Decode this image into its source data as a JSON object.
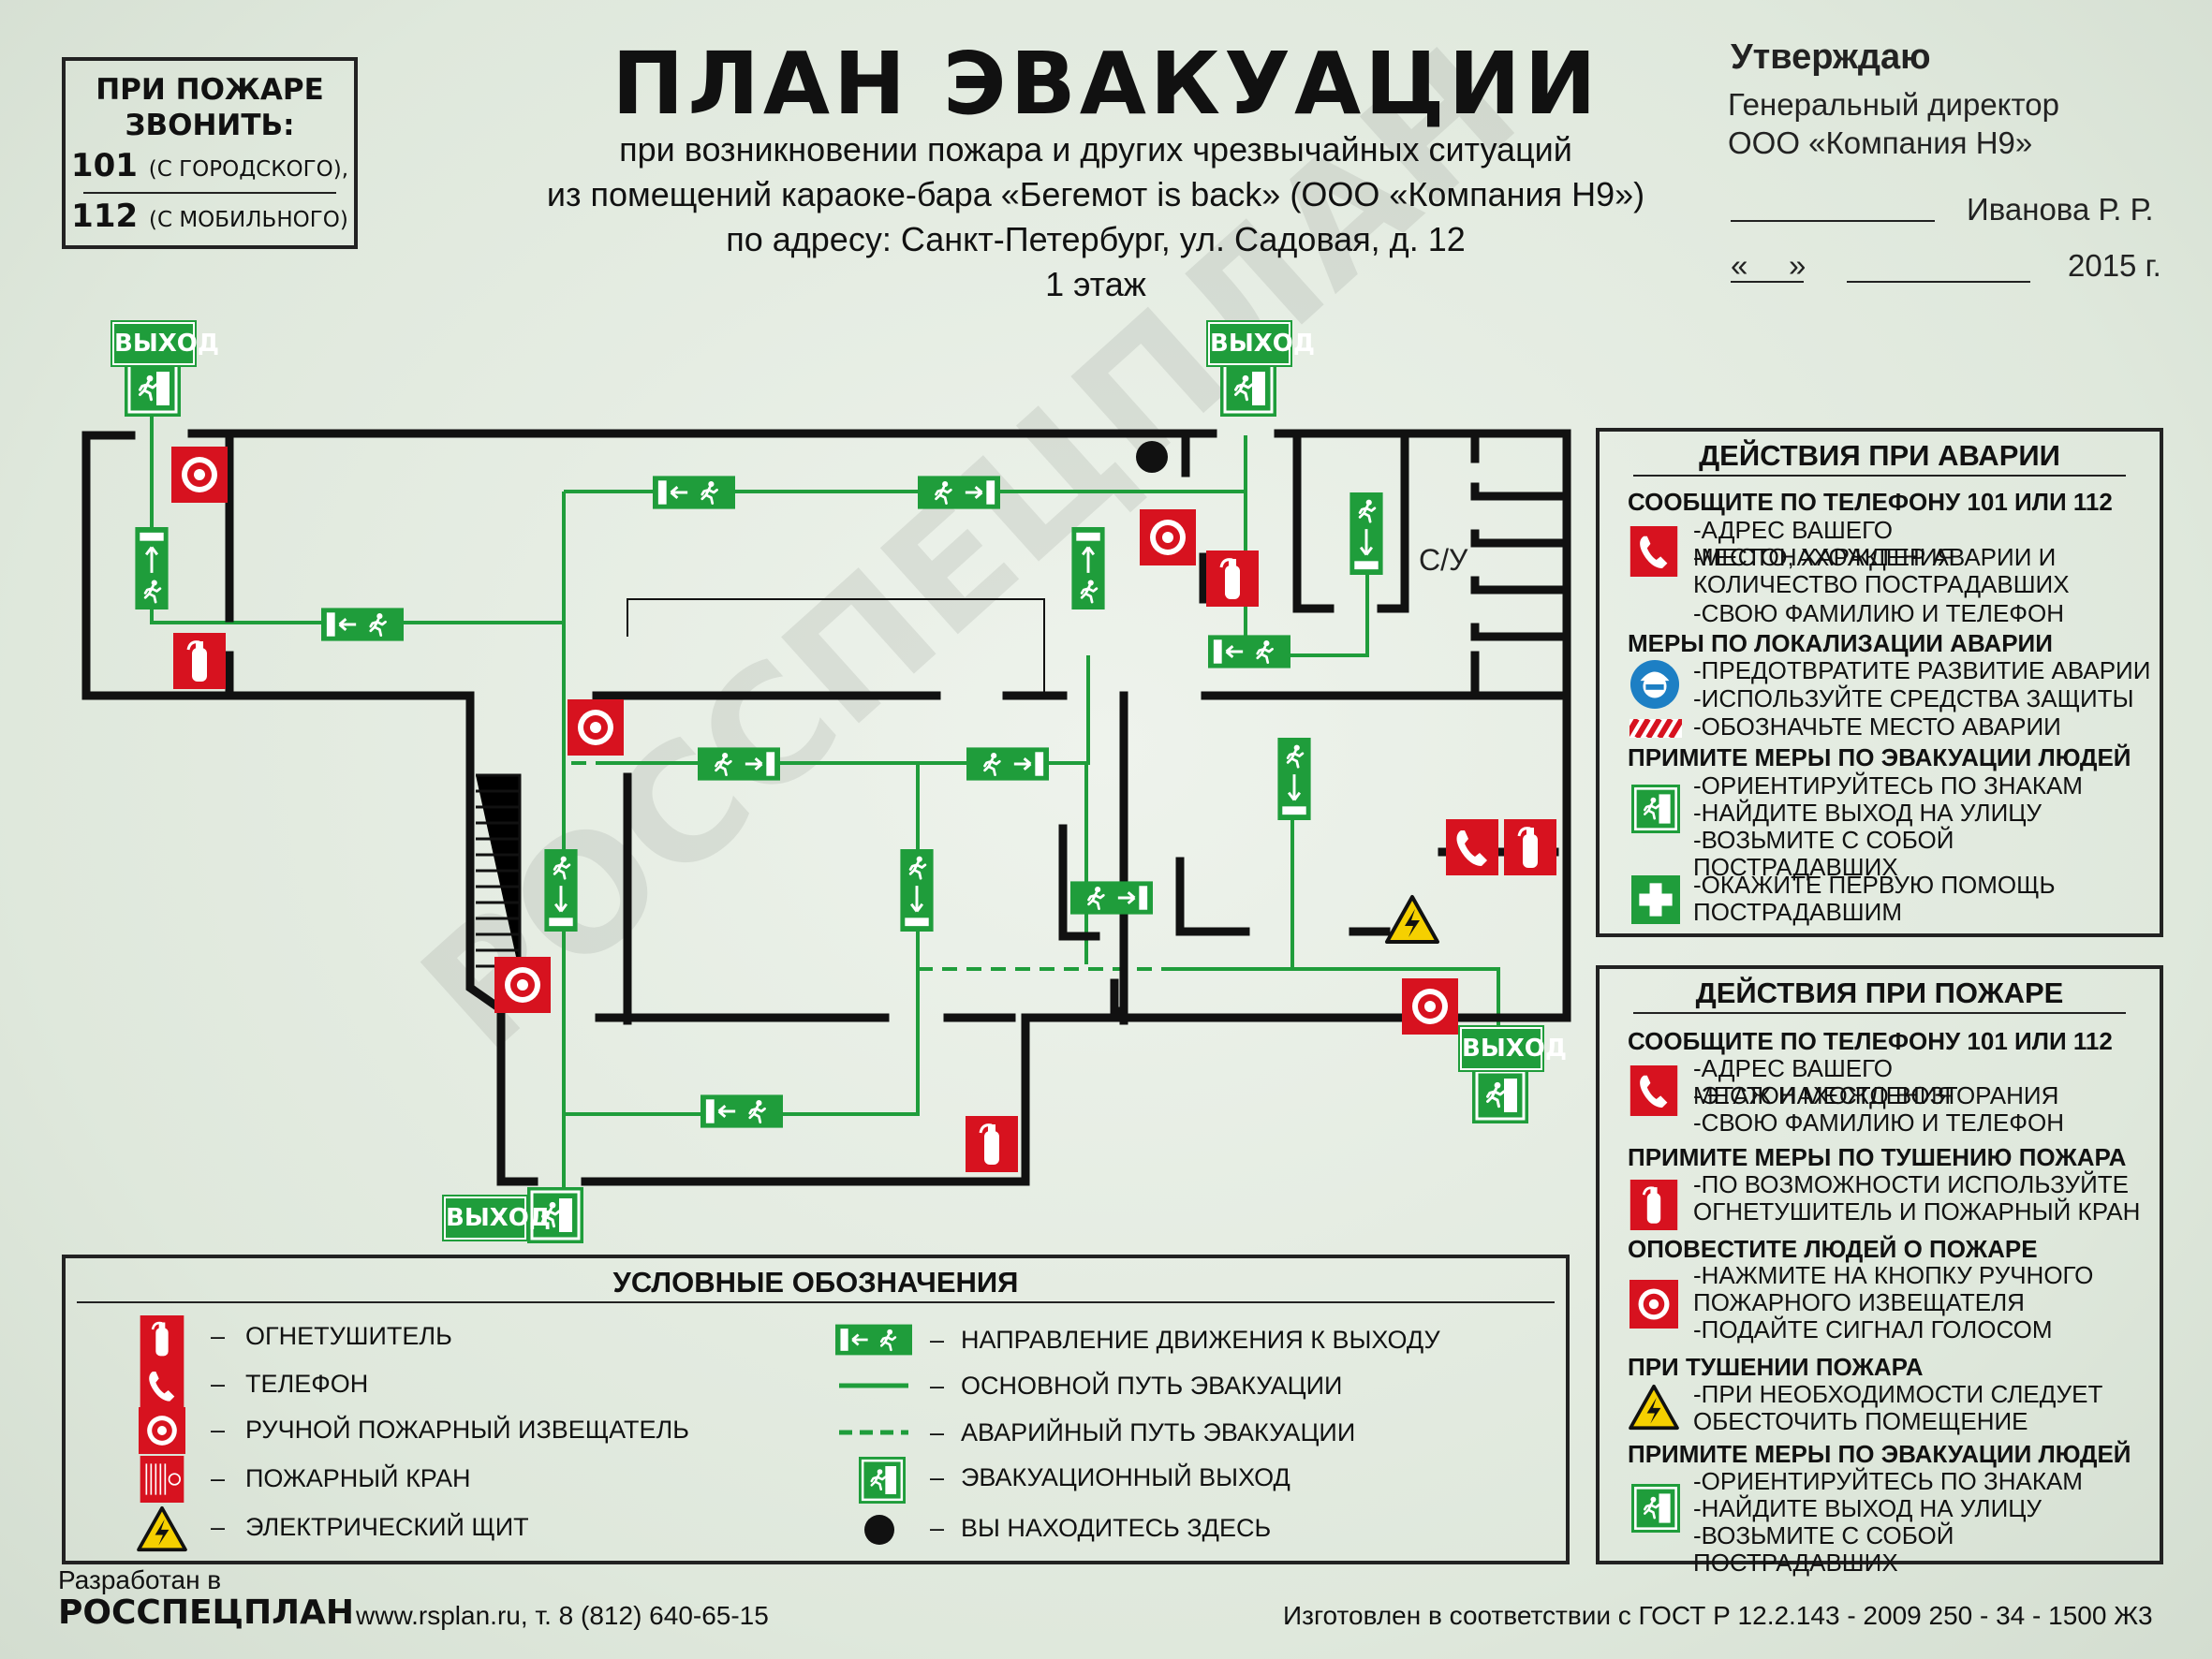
{
  "emergency": {
    "title": "ПРИ ПОЖАРЕ\nЗВОНИТЬ:",
    "line1_number": "101",
    "line1_note": "(С ГОРОДСКОГО),",
    "line2_number": "112",
    "line2_note": "(С МОБИЛЬНОГО)"
  },
  "header": {
    "title": "ПЛАН ЭВАКУАЦИИ",
    "sub1": "при возникновении пожара и других чрезвычайных ситуаций",
    "sub2": "из помещений караоке-бара «Бегемот is back» (ООО «Компания Н9»)",
    "sub3": "по адресу: Санкт-Петербург, ул. Садовая, д. 12",
    "sub4": "1 этаж"
  },
  "approval": {
    "title": "Утверждаю",
    "position": "Генеральный директор",
    "company": "ООО «Компания Н9»",
    "name": "Иванова Р. Р.",
    "quote_open": "«",
    "quote_close": "»",
    "year": "2015 г."
  },
  "plan": {
    "exit_label": "ВЫХОД",
    "wc_label": "С/У"
  },
  "accident_panel": {
    "title": "ДЕЙСТВИЯ ПРИ АВАРИИ",
    "h1": "СООБЩИТЕ ПО ТЕЛЕФОНУ 101 ИЛИ 112",
    "i1": "-АДРЕС ВАШЕГО МЕСТОНАХОЖДЕНИЯ",
    "i2": "-МЕСТО, ХАРАКТЕР АВАРИИ И",
    "i3": "КОЛИЧЕСТВО ПОСТРАДАВШИХ",
    "i4": "-СВОЮ ФАМИЛИЮ И  ТЕЛЕФОН",
    "h2": "МЕРЫ ПО ЛОКАЛИЗАЦИИ АВАРИИ",
    "i5": "-ПРЕДОТВРАТИТЕ РАЗВИТИЕ АВАРИИ",
    "i6": "-ИСПОЛЬЗУЙТЕ СРЕДСТВА ЗАЩИТЫ",
    "i7": "-ОБОЗНАЧЬТЕ МЕСТО АВАРИИ",
    "h3": "ПРИМИТЕ МЕРЫ ПО ЭВАКУАЦИИ ЛЮДЕЙ",
    "i8": "-ОРИЕНТИРУЙТЕСЬ ПО ЗНАКАМ",
    "i9": "-НАЙДИТЕ ВЫХОД НА УЛИЦУ",
    "i10": "-ВОЗЬМИТЕ С СОБОЙ ПОСТРАДАВШИХ",
    "i11": "-ОКАЖИТЕ ПЕРВУЮ ПОМОЩЬ",
    "i12": "ПОСТРАДАВШИМ"
  },
  "fire_panel": {
    "title": "ДЕЙСТВИЯ ПРИ ПОЖАРЕ",
    "h1": "СООБЩИТЕ ПО ТЕЛЕФОНУ 101 ИЛИ 112",
    "i1": "-АДРЕС ВАШЕГО МЕСТОНАХОЖДЕНИЯ",
    "i2": "-ЭТАЖ И МЕСТО ВОЗГОРАНИЯ",
    "i3": "-СВОЮ ФАМИЛИЮ И  ТЕЛЕФОН",
    "h2": "ПРИМИТЕ МЕРЫ ПО ТУШЕНИЮ ПОЖАРА",
    "i4": "-ПО ВОЗМОЖНОСТИ ИСПОЛЬЗУЙТЕ",
    "i5": "ОГНЕТУШИТЕЛЬ И ПОЖАРНЫЙ КРАН",
    "h3": "ОПОВЕСТИТЕ ЛЮДЕЙ О ПОЖАРЕ",
    "i6": "-НАЖМИТЕ НА КНОПКУ РУЧНОГО",
    "i7": "ПОЖАРНОГО ИЗВЕЩАТЕЛЯ",
    "i8": "-ПОДАЙТЕ СИГНАЛ ГОЛОСОМ",
    "h4": "ПРИ ТУШЕНИИ ПОЖАРА",
    "i9": "-ПРИ НЕОБХОДИМОСТИ СЛЕДУЕТ",
    "i10": "ОБЕСТОЧИТЬ ПОМЕЩЕНИЕ",
    "h5": "ПРИМИТЕ МЕРЫ ПО ЭВАКУАЦИИ ЛЮДЕЙ",
    "i11": "-ОРИЕНТИРУЙТЕСЬ ПО ЗНАКАМ",
    "i12": "-НАЙДИТЕ ВЫХОД НА УЛИЦУ",
    "i13": "-ВОЗЬМИТЕ С СОБОЙ ПОСТРАДАВШИХ"
  },
  "legend": {
    "title": "УСЛОВНЫЕ ОБОЗНАЧЕНИЯ",
    "dash": "–",
    "extinguisher": "ОГНЕТУШИТЕЛЬ",
    "phone": "ТЕЛЕФОН",
    "manual_alarm": "РУЧНОЙ ПОЖАРНЫЙ ИЗВЕЩАТЕЛЬ",
    "fire_hydrant": "ПОЖАРНЫЙ КРАН",
    "electric_panel": "ЭЛЕКТРИЧЕСКИЙ ЩИТ",
    "direction": "НАПРАВЛЕНИЕ ДВИЖЕНИЯ К ВЫХОДУ",
    "main_route": "ОСНОВНОЙ ПУТЬ ЭВАКУАЦИИ",
    "emergency_route": "АВАРИЙНЫЙ ПУТЬ ЭВАКУАЦИИ",
    "exit": "ЭВАКУАЦИОННЫЙ ВЫХОД",
    "you_are_here": "ВЫ НАХОДИТЕСЬ ЗДЕСЬ"
  },
  "footer": {
    "developed": "Разработан в",
    "brand": "РОССПЕЦПЛАН",
    "contacts": "www.rsplan.ru, т. 8 (812) 640-65-15",
    "standard": "Изготовлен в соответствии с ГОСТ Р 12.2.143 - 2009 250 - 34 - 1500 Ж3"
  },
  "watermark": "РОССПЕЦПЛАН",
  "colors": {
    "route_green": "#1f9d3b",
    "fire_red": "#d7121f",
    "warning_yellow": "#f5d000",
    "wall": "#111111"
  }
}
